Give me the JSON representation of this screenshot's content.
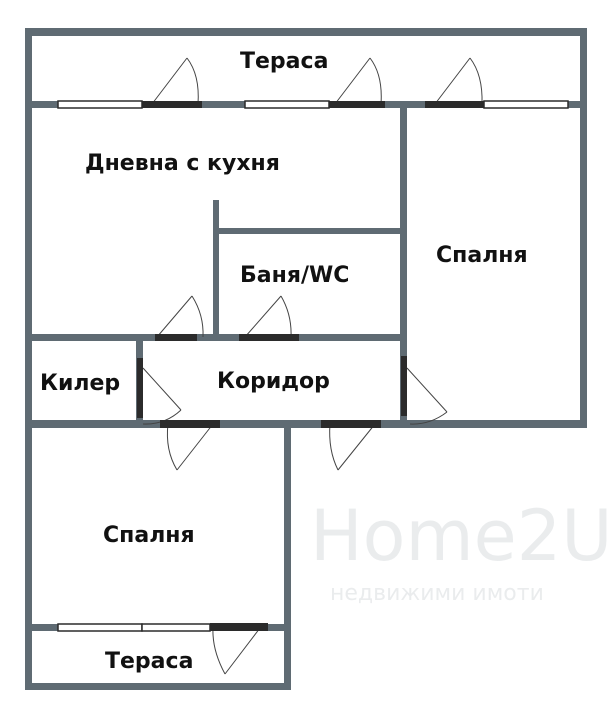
{
  "floor_plan": {
    "rooms": {
      "terrace_top": "Тераса",
      "living_kitchen": "Дневна с кухня",
      "bedroom_right": "Спалня",
      "bathroom": "Баня/WC",
      "pantry": "Килер",
      "corridor": "Коридор",
      "bedroom_bottom": "Спалня",
      "terrace_bottom": "Тераса"
    },
    "watermark": {
      "brand": "Home2U",
      "tagline": "недвижими имоти"
    },
    "colors": {
      "wall": "#5f6b73",
      "door": "#2b2b2b",
      "text": "#111111"
    }
  }
}
